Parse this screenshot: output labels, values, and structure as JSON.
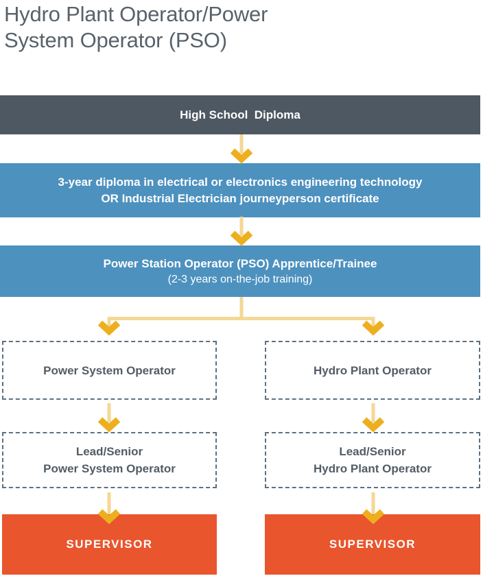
{
  "page": {
    "title_lines": [
      "Hydro Plant Operator/Power",
      "System Operator (PSO)"
    ]
  },
  "colors": {
    "dark_slate_box": "#4e5862",
    "blue_box": "#4d91bf",
    "orange_box": "#e9552d",
    "arrow_shaft": "#f5d795",
    "arrow_head": "#eeaf1f",
    "dashed_border": "#5d7080",
    "title_text": "#58626b",
    "dashed_box_text": "#525c66"
  },
  "icons": {
    "flow_arrow": "down-chevron-arrow",
    "branch_connector": "t-split-connector"
  },
  "flowchart": {
    "stages": {
      "high_school": {
        "label": "High School  Diploma"
      },
      "diploma": {
        "line1": "3-year diploma in electrical or electronics engineering technology",
        "line2": "OR Industrial Electrician journeyperson certificate"
      },
      "apprentice": {
        "line1": "Power Station Operator (PSO) Apprentice/Trainee",
        "line2": "(2-3 years on-the-job training)"
      }
    },
    "branches": {
      "left": {
        "role": "Power System Operator",
        "senior_line1": "Lead/Senior",
        "senior_line2": "Power System Operator",
        "final": "SUPERVISOR"
      },
      "right": {
        "role": "Hydro Plant Operator",
        "senior_line1": "Lead/Senior",
        "senior_line2": "Hydro Plant Operator",
        "final": "SUPERVISOR"
      }
    }
  }
}
